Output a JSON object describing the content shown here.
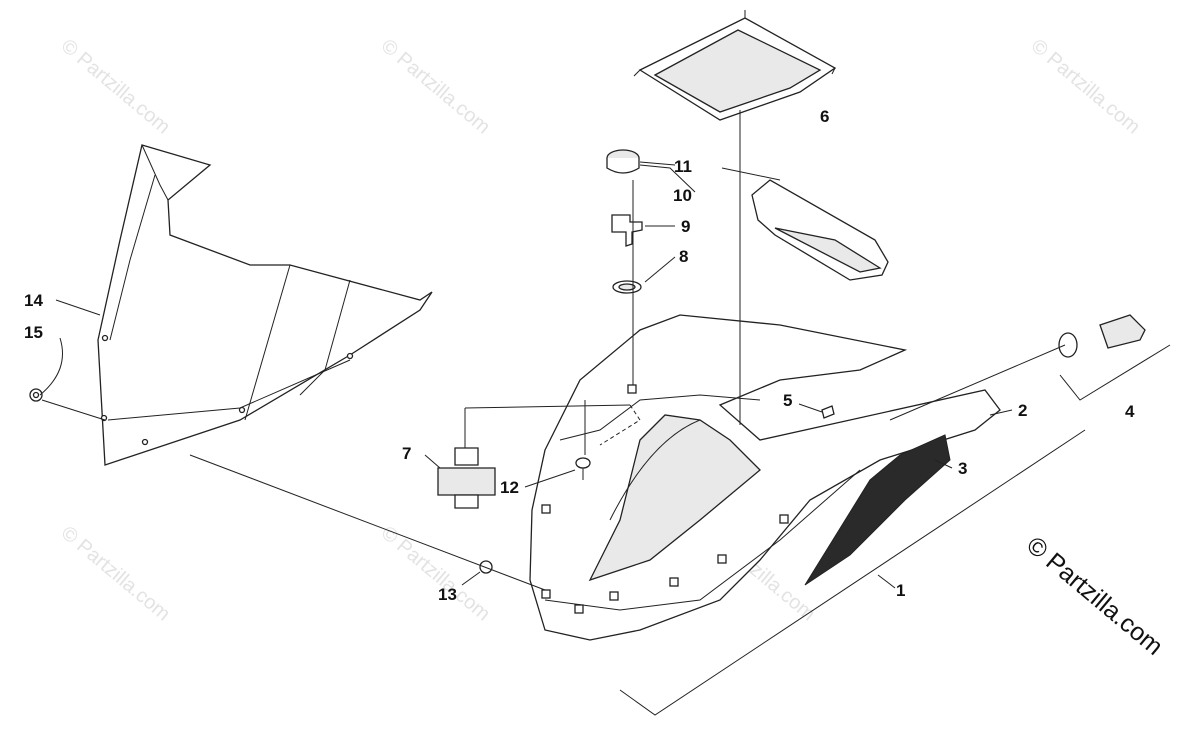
{
  "watermark": {
    "text": "© Partzilla.com"
  },
  "copyright": {
    "text": "© Partzilla.com"
  },
  "callouts": [
    "1",
    "2",
    "3",
    "4",
    "5",
    "6",
    "7",
    "8",
    "9",
    "10",
    "11",
    "12",
    "13",
    "14",
    "15"
  ]
}
